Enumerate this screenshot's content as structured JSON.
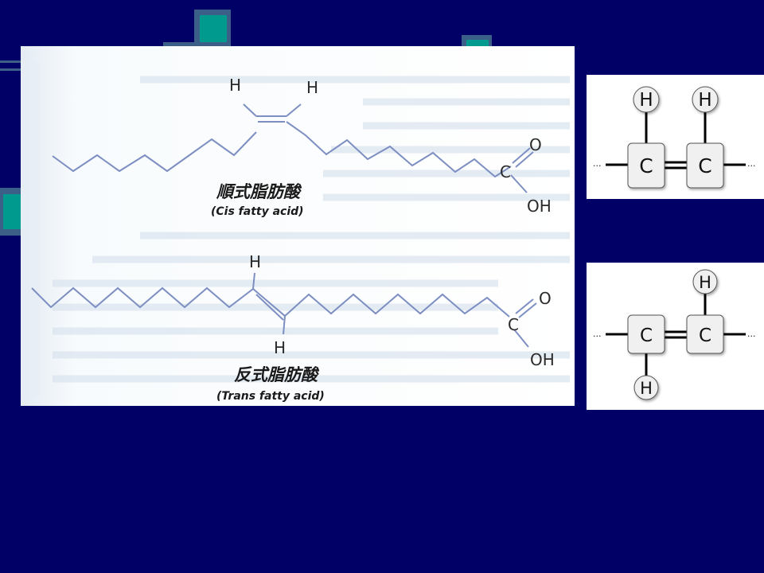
{
  "cis": {
    "caption_cn": "順式脂肪酸",
    "caption_en": "(Cis fatty acid)",
    "h_left": "H",
    "h_right": "H",
    "carbonyl_o": "O",
    "carbon": "C",
    "hydroxyl": "OH"
  },
  "trans": {
    "caption_cn": "反式脂肪酸",
    "caption_en": "(Trans fatty acid)",
    "h_top": "H",
    "h_bottom": "H",
    "carbonyl_o": "O",
    "carbon": "C",
    "hydroxyl": "OH"
  },
  "cis_box": {
    "h1": "H",
    "h2": "H",
    "c1": "C",
    "c2": "C",
    "ellipsis_left": "...",
    "ellipsis_right": "..."
  },
  "trans_box": {
    "h_top": "H",
    "h_bottom": "H",
    "c1": "C",
    "c2": "C",
    "ellipsis_left": "...",
    "ellipsis_right": "..."
  },
  "colors": {
    "background": "#000066",
    "accent_teal": "#009a8e",
    "bond": "#7d8fc2"
  }
}
